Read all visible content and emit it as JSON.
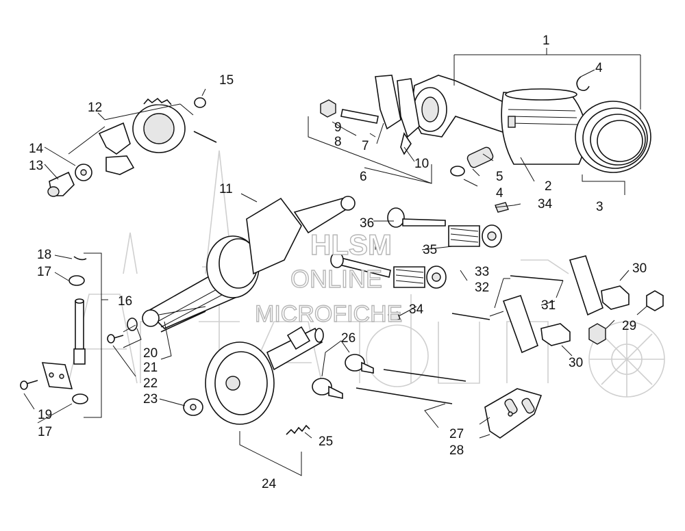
{
  "watermark": {
    "line1": "HLSM",
    "line2": "ONLINE",
    "line3": "MICROFICHE"
  },
  "callouts": {
    "c1": "1",
    "c2": "2",
    "c3": "3",
    "c4a": "4",
    "c4b": "4",
    "c5": "5",
    "c6": "6",
    "c7": "7",
    "c8": "8",
    "c9": "9",
    "c10": "10",
    "c11": "11",
    "c12": "12",
    "c13": "13",
    "c14": "14",
    "c15": "15",
    "c16": "16",
    "c17a": "17",
    "c17b": "17",
    "c18": "18",
    "c19": "19",
    "c20": "20",
    "c21": "21",
    "c22": "22",
    "c23": "23",
    "c24": "24",
    "c25": "25",
    "c26": "26",
    "c27": "27",
    "c28": "28",
    "c29": "29",
    "c30a": "30",
    "c30b": "30",
    "c31": "31",
    "c32": "32",
    "c33": "33",
    "c34a": "34",
    "c34b": "34",
    "c35": "35",
    "c36": "36"
  },
  "colors": {
    "ink": "#111111",
    "watermark": "#b5b5b5",
    "background": "#ffffff"
  }
}
